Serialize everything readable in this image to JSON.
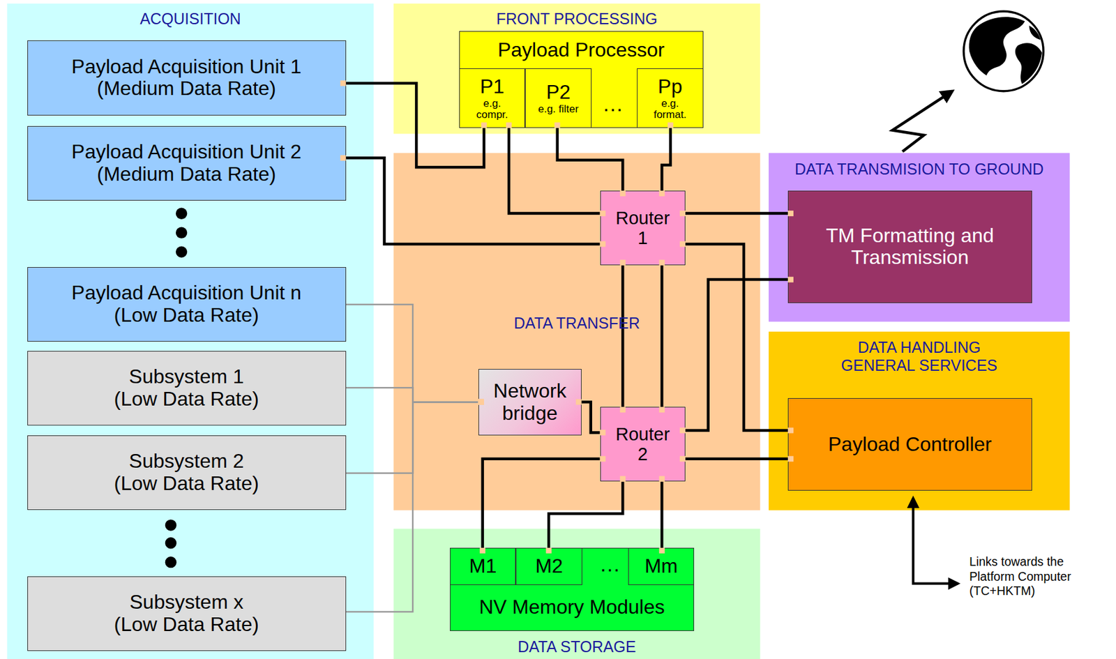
{
  "diagram": {
    "nodes": [
      {
        "text": [
          "ACQUISITION"
        ]
      },
      {
        "text": [
          "Payload Acquisition Unit 1",
          "(Medium Data Rate)"
        ],
        "in": 0
      },
      {
        "text": [
          "Payload Acquisition Unit 2",
          "(Medium Data Rate)"
        ],
        "in": 0
      },
      {
        "text": [
          "Payload Acquisition Unit n",
          "(Low Data Rate)"
        ],
        "in": 0
      },
      {
        "text": [
          "Subsystem 1",
          "(Low Data Rate)"
        ],
        "in": 0
      },
      {
        "text": [
          "Subsystem 2",
          "(Low Data Rate)"
        ],
        "in": 0
      },
      {
        "text": [
          "Subsystem x",
          "(Low Data Rate)"
        ],
        "in": 0
      },
      {
        "text": [
          "FRONT PROCESSING"
        ]
      },
      {
        "text": [
          "Payload Processor"
        ],
        "in": 7
      },
      {
        "text": [
          "P1",
          "e.g. compr."
        ],
        "in": 8
      },
      {
        "text": [
          "P2",
          "e.g. filter"
        ],
        "in": 8
      },
      {
        "text": [
          "Pp",
          "e.g. format."
        ],
        "in": 8
      },
      {
        "text": [
          "DATA TRANSFER"
        ]
      },
      {
        "text": [
          "Router 1"
        ],
        "in": 12
      },
      {
        "text": [
          "Network bridge"
        ],
        "in": 12
      },
      {
        "text": [
          "Router 2"
        ],
        "in": 12
      },
      {
        "text": [
          "DATA STORAGE"
        ]
      },
      {
        "text": [
          "NV Memory Modules"
        ],
        "in": 16
      },
      {
        "text": [
          "M1"
        ],
        "in": 17
      },
      {
        "text": [
          "M2"
        ],
        "in": 17
      },
      {
        "text": [
          "Mm"
        ],
        "in": 17
      },
      {
        "text": [
          "DATA TRANSMISION TO GROUND"
        ]
      },
      {
        "text": [
          "TM Formatting and Transmission"
        ],
        "in": 21
      },
      {
        "text": [
          "DATA HANDLING GENERAL SERVICES"
        ]
      },
      {
        "text": [
          "Payload Controller"
        ],
        "in": 23
      }
    ],
    "edges": [
      {
        "from": 1,
        "to": 9,
        "arrow": "none"
      },
      {
        "from": 2,
        "to": 13,
        "arrow": "none"
      },
      {
        "from": 9,
        "to": 13,
        "arrow": "none"
      },
      {
        "from": 10,
        "to": 13,
        "arrow": "none"
      },
      {
        "from": 11,
        "to": 13,
        "arrow": "none"
      },
      {
        "from": 13,
        "to": 22,
        "arrow": "none"
      },
      {
        "from": 13,
        "to": 24,
        "arrow": "none"
      },
      {
        "from": 13,
        "to": 15,
        "arrow": "none"
      },
      {
        "from": 13,
        "to": 15,
        "arrow": "none"
      },
      {
        "from": 15,
        "to": 22,
        "arrow": "none"
      },
      {
        "from": 15,
        "to": 24,
        "arrow": "none"
      },
      {
        "from": 15,
        "to": 18,
        "arrow": "none"
      },
      {
        "from": 15,
        "to": 19,
        "arrow": "none"
      },
      {
        "from": 15,
        "to": 20,
        "arrow": "none"
      },
      {
        "from": 14,
        "to": 15,
        "arrow": "none"
      },
      {
        "from": 3,
        "to": 14,
        "arrow": "none"
      },
      {
        "from": 4,
        "to": 14,
        "arrow": "none"
      },
      {
        "from": 5,
        "to": 14,
        "arrow": "none"
      },
      {
        "from": 6,
        "to": 14,
        "arrow": "none"
      }
    ],
    "labels": [
      "…",
      "…",
      "Links towards the Platform Computer (TC+HKTM)"
    ]
  }
}
